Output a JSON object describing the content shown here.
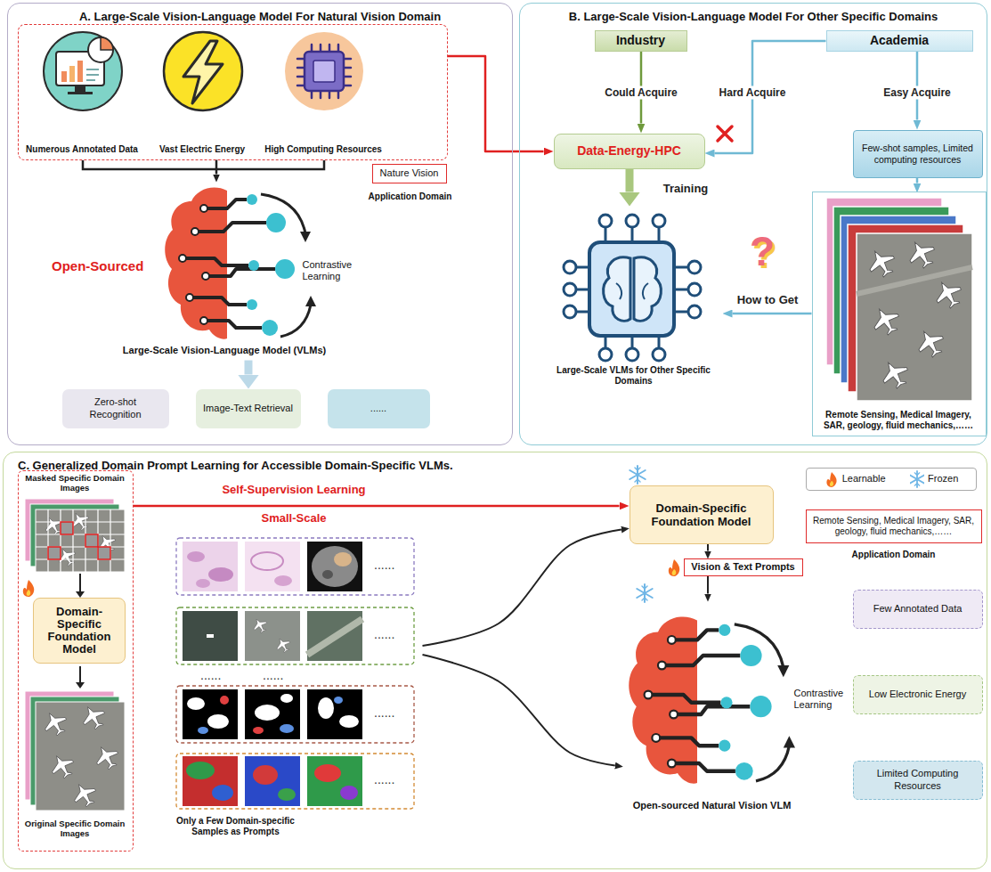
{
  "diagram": {
    "nodes": [
      {
        "text": [
          "A. Large-Scale Vision-Language Model For Natural Vision Domain"
        ]
      },
      {
        "text": [
          "Numerous Annotated Data",
          "Vast Electric Energy",
          "High Computing Resources"
        ],
        "in": 0
      },
      {
        "text": [
          "Nature Vision",
          "Application Domain"
        ],
        "in": 0
      },
      {
        "text": [
          "Contrastive Learning",
          "Large-Scale Vision-Language Model (VLMs)"
        ],
        "in": 0
      },
      {
        "text": [
          "Zero-shot Recognition"
        ],
        "in": 0
      },
      {
        "text": [
          "Image-Text Retrieval"
        ],
        "in": 0
      },
      {
        "text": [
          "......"
        ],
        "in": 0
      },
      {
        "text": [
          "B. Large-Scale Vision-Language Model For Other Specific Domains"
        ]
      },
      {
        "text": [
          "Industry"
        ],
        "in": 7
      },
      {
        "text": [
          "Academia"
        ],
        "in": 7
      },
      {
        "text": [
          "Data-Energy-HPC"
        ],
        "in": 7
      },
      {
        "text": [
          "Few-shot samples, Limited computing resources"
        ],
        "in": 7
      },
      {
        "text": [
          "Large-Scale VLMs for Other Specific Domains"
        ],
        "in": 7
      },
      {
        "text": [
          "Remote Sensing, Medical Imagery, SAR, geology, fluid mechanics,……"
        ],
        "in": 7
      },
      {
        "text": [
          "C. Generalized Domain Prompt Learning for Accessible Domain-Specific VLMs."
        ]
      },
      {
        "text": [
          "Masked Specific Domain Images",
          "Original Specific Domain Images"
        ],
        "in": 14
      },
      {
        "text": [
          "Domain-Specific Foundation Model"
        ],
        "in": 15
      },
      {
        "text": [
          "Only a Few Domain-specific Samples as Prompts"
        ],
        "in": 14
      },
      {
        "text": [
          "Domain-Specific Foundation Model"
        ],
        "in": 14
      },
      {
        "text": [
          "Vision & Text Prompts"
        ],
        "in": 14
      },
      {
        "text": [
          "Contrastive Learning",
          "Open-sourced Natural Vision VLM"
        ],
        "in": 14
      },
      {
        "text": [
          "Remote Sensing, Medical Imagery, SAR, geology, fluid mechanics,……",
          "Application Domain"
        ],
        "in": 14
      },
      {
        "text": [
          "Few Annotated Data"
        ],
        "in": 14
      },
      {
        "text": [
          "Low Electronic Energy"
        ],
        "in": 14
      },
      {
        "text": [
          "Limited Computing Resources"
        ],
        "in": 14
      }
    ],
    "edges": [
      {
        "from": 1,
        "to": 3,
        "arrow": "to"
      },
      {
        "from": 3,
        "to": 5,
        "arrow": "to"
      },
      {
        "from": 1,
        "to": 10,
        "arrow": "to"
      },
      {
        "from": 8,
        "to": 10,
        "label": "Could Acquire",
        "arrow": "to"
      },
      {
        "from": 9,
        "to": 10,
        "label": "Hard Acquire",
        "arrow": "to"
      },
      {
        "from": 9,
        "to": 11,
        "label": "Easy Acquire",
        "arrow": "to"
      },
      {
        "from": 10,
        "to": 12,
        "label": "Training",
        "arrow": "to"
      },
      {
        "from": 11,
        "to": 13,
        "arrow": "to"
      },
      {
        "from": 13,
        "to": 12,
        "label": "How to Get",
        "arrow": "to"
      },
      {
        "from": 15,
        "to": 18,
        "label": "Self-Supervision Learning",
        "arrow": "to"
      },
      {
        "from": 18,
        "to": 19,
        "arrow": "to"
      },
      {
        "from": 19,
        "to": 20,
        "arrow": "to"
      },
      {
        "from": 17,
        "to": 18,
        "arrow": "to"
      },
      {
        "from": 17,
        "to": 20,
        "arrow": "to"
      }
    ],
    "labels": [
      "Open-Sourced",
      "?",
      "Small-Scale",
      "......",
      "......",
      "......",
      "......",
      "......",
      "......"
    ],
    "legend": [
      {
        "text": "Learnable"
      },
      {
        "text": "Frozen"
      }
    ]
  }
}
